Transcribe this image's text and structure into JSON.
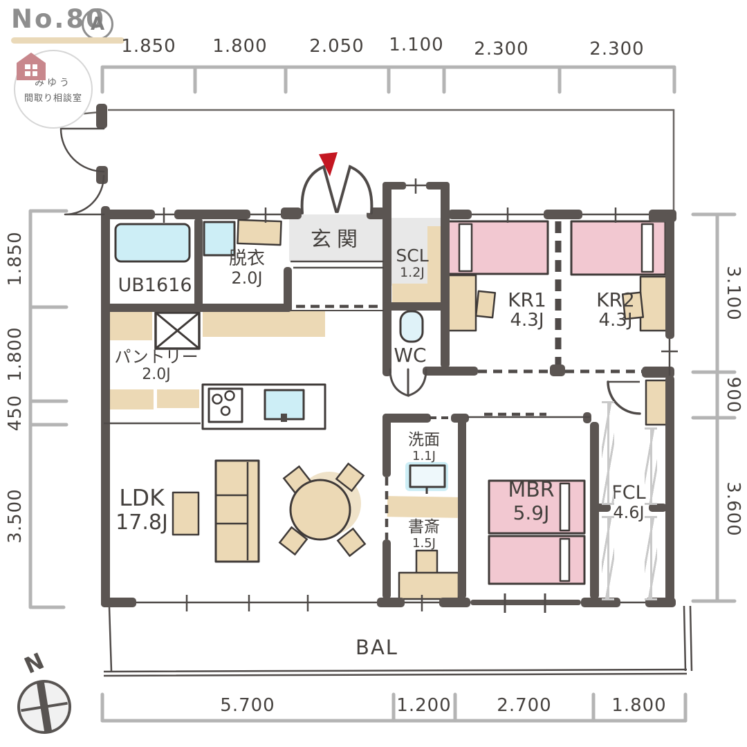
{
  "header": {
    "plan_no": "No.80",
    "plan_variant": "A"
  },
  "logo": {
    "line1": "みゆう",
    "line2": "間取り相談室"
  },
  "compass": {
    "north": "N"
  },
  "balcony_label": "BAL",
  "dimensions": {
    "top": [
      "1.850",
      "1.800",
      "2.050",
      "1.100",
      "2.300",
      "2.300"
    ],
    "left": [
      "1.850",
      "1.800",
      "450",
      "3.500"
    ],
    "right": [
      "3.100",
      "900",
      "3.600"
    ],
    "bottom": [
      "5.700",
      "1.200",
      "2.700",
      "1.800"
    ]
  },
  "rooms": {
    "ub": {
      "name": "UB1616",
      "size": ""
    },
    "datsui": {
      "name": "脱衣",
      "size": "2.0J"
    },
    "genkan": {
      "name": "玄関",
      "size": ""
    },
    "scl": {
      "name": "SCL",
      "size": "1.2J"
    },
    "wc": {
      "name": "WC",
      "size": ""
    },
    "kr1": {
      "name": "KR1",
      "size": "4.3J"
    },
    "kr2": {
      "name": "KR2",
      "size": "4.3J"
    },
    "pantry": {
      "name": "パントリー",
      "size": "2.0J"
    },
    "ldk": {
      "name": "LDK",
      "size": "17.8J"
    },
    "senmen": {
      "name": "洗面",
      "size": "1.1J"
    },
    "shosai": {
      "name": "書斎",
      "size": "1.5J"
    },
    "mbr": {
      "name": "MBR",
      "size": "5.9J"
    },
    "fcl": {
      "name": "FCL",
      "size": "4.6J"
    }
  },
  "colors": {
    "wall": "#5b5552",
    "line": "#4f4a48",
    "tan": "#ecd9b5",
    "pink": "#f2c8d1",
    "blue": "#cdeef6",
    "floor_gray": "#e8e8e8",
    "accent_red": "#c41722",
    "logo_pink": "#c8878c",
    "dim_gray": "#b4b4b4",
    "underline_tan": "#ead9b8"
  }
}
